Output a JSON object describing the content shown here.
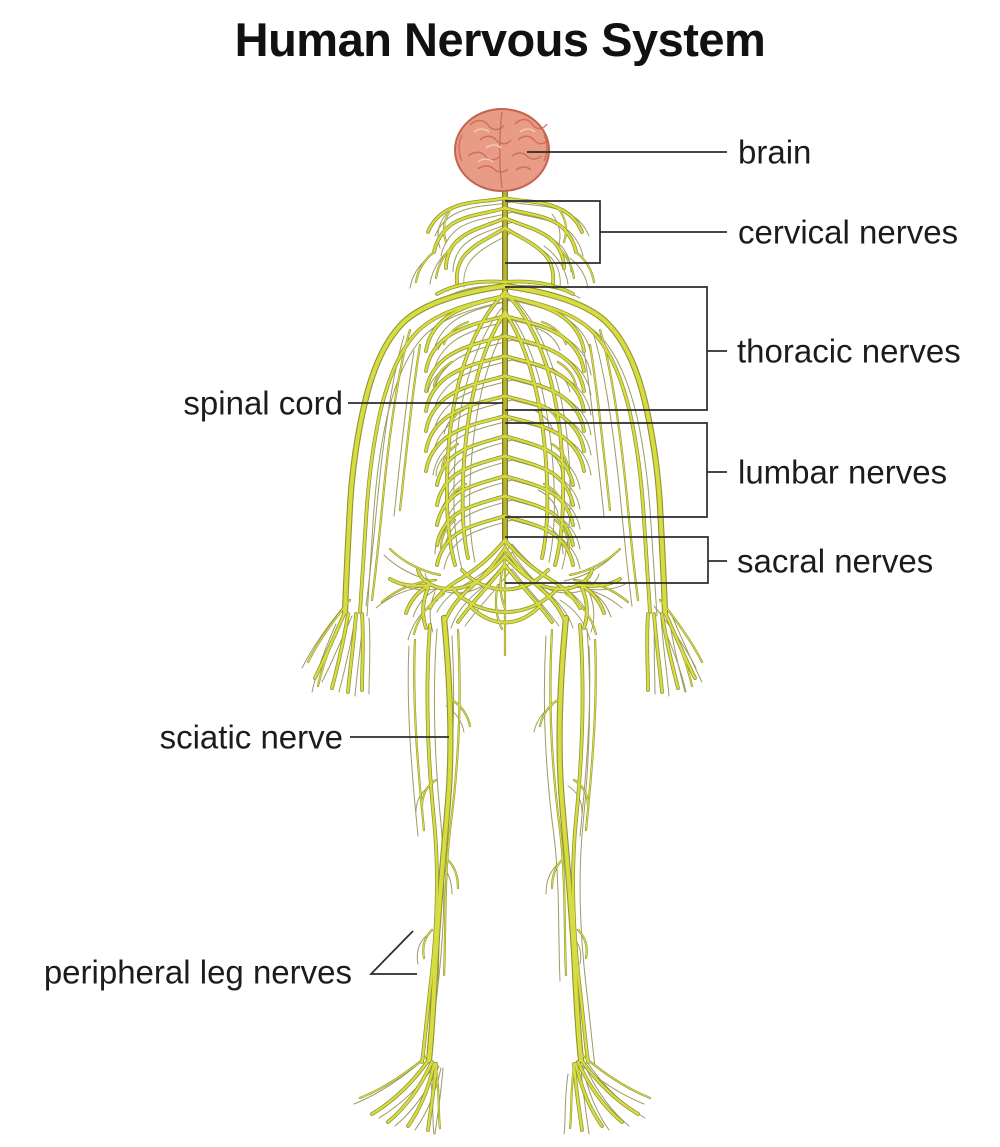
{
  "title": "Human Nervous System",
  "labels": {
    "brain": "brain",
    "cervical": "cervical nerves",
    "thoracic": "thoracic nerves",
    "lumbar": "lumbar nerves",
    "sacral": "sacral nerves",
    "spinal_cord": "spinal cord",
    "sciatic": "sciatic nerve",
    "peripheral": "peripheral leg nerves"
  },
  "colors": {
    "nerve": "#d7dd3f",
    "nerve-outline": "#8f9337",
    "nerve-sketch": "#9b9b63",
    "brain-fill": "#e89b85",
    "brain-outline": "#c4654d",
    "brain-highlight": "#f6cdbd",
    "cord": "#b9b432",
    "cord-outline": "#7e7c28",
    "leader": "#2b2b2b",
    "label-text": "#1c1c1c",
    "background": "#ffffff"
  }
}
